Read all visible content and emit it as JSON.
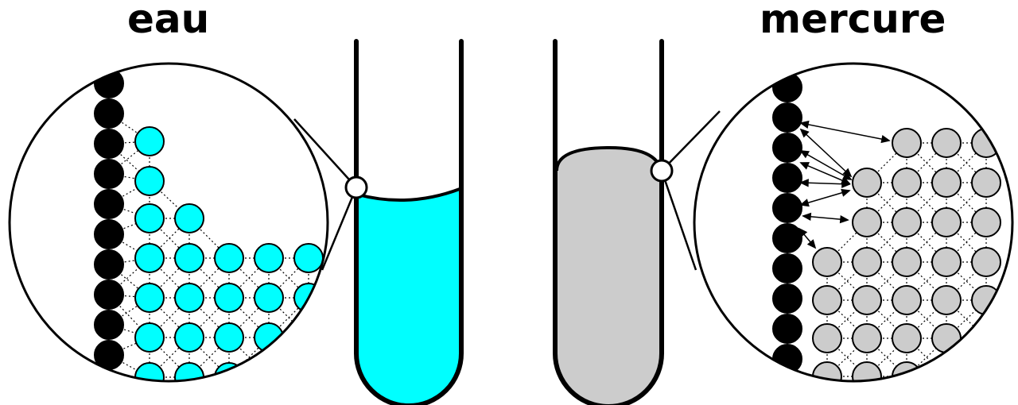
{
  "labels": {
    "left": "eau",
    "right": "mercure"
  },
  "colors": {
    "water": "#00ffff",
    "mercury": "#cccccc",
    "wall": "#000000",
    "background": "#ffffff"
  },
  "panels": [
    {
      "id": "water",
      "liquid_name": "eau",
      "meniscus": "concave",
      "color": "#00ffff"
    },
    {
      "id": "mercury",
      "liquid_name": "mercure",
      "meniscus": "convex",
      "color": "#cccccc"
    }
  ]
}
